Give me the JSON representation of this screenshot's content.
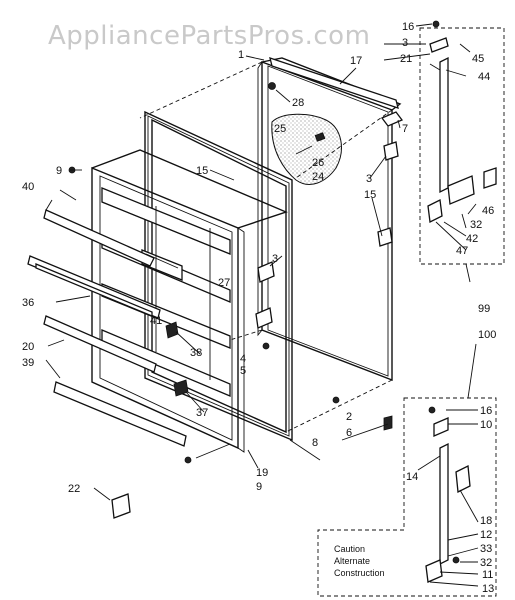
{
  "watermark": "AppliancePartsPros.com",
  "caution_note": [
    "Caution",
    "Alternate",
    "Construction"
  ],
  "callouts": [
    {
      "id": "c16a",
      "text": "16"
    },
    {
      "id": "c3a",
      "text": "3"
    },
    {
      "id": "c21",
      "text": "21"
    },
    {
      "id": "c45",
      "text": "45"
    },
    {
      "id": "c44",
      "text": "44"
    },
    {
      "id": "c1",
      "text": "1"
    },
    {
      "id": "c17",
      "text": "17"
    },
    {
      "id": "c28",
      "text": "28"
    },
    {
      "id": "c7",
      "text": "7"
    },
    {
      "id": "c25",
      "text": "25"
    },
    {
      "id": "c26",
      "text": "26"
    },
    {
      "id": "c24",
      "text": "24"
    },
    {
      "id": "c9a",
      "text": "9"
    },
    {
      "id": "c15a",
      "text": "15"
    },
    {
      "id": "c3b",
      "text": "3"
    },
    {
      "id": "c15b",
      "text": "15"
    },
    {
      "id": "c40",
      "text": "40"
    },
    {
      "id": "c46",
      "text": "46"
    },
    {
      "id": "c32a",
      "text": "32"
    },
    {
      "id": "c42",
      "text": "42"
    },
    {
      "id": "c47",
      "text": "47"
    },
    {
      "id": "c3c",
      "text": "3"
    },
    {
      "id": "c27",
      "text": "27"
    },
    {
      "id": "c36",
      "text": "36"
    },
    {
      "id": "c41",
      "text": "41"
    },
    {
      "id": "c99",
      "text": "99"
    },
    {
      "id": "c100",
      "text": "100"
    },
    {
      "id": "c38",
      "text": "38"
    },
    {
      "id": "c20",
      "text": "20"
    },
    {
      "id": "c39",
      "text": "39"
    },
    {
      "id": "c4",
      "text": "4"
    },
    {
      "id": "c5",
      "text": "5"
    },
    {
      "id": "c37",
      "text": "37"
    },
    {
      "id": "c2",
      "text": "2"
    },
    {
      "id": "c16b",
      "text": "16"
    },
    {
      "id": "c10",
      "text": "10"
    },
    {
      "id": "c6",
      "text": "6"
    },
    {
      "id": "c8",
      "text": "8"
    },
    {
      "id": "c14",
      "text": "14"
    },
    {
      "id": "c19",
      "text": "19"
    },
    {
      "id": "c9b",
      "text": "9"
    },
    {
      "id": "c22",
      "text": "22"
    },
    {
      "id": "c18",
      "text": "18"
    },
    {
      "id": "c12",
      "text": "12"
    },
    {
      "id": "c33",
      "text": "33"
    },
    {
      "id": "c32b",
      "text": "32"
    },
    {
      "id": "c11",
      "text": "11"
    },
    {
      "id": "c13",
      "text": "13"
    }
  ]
}
